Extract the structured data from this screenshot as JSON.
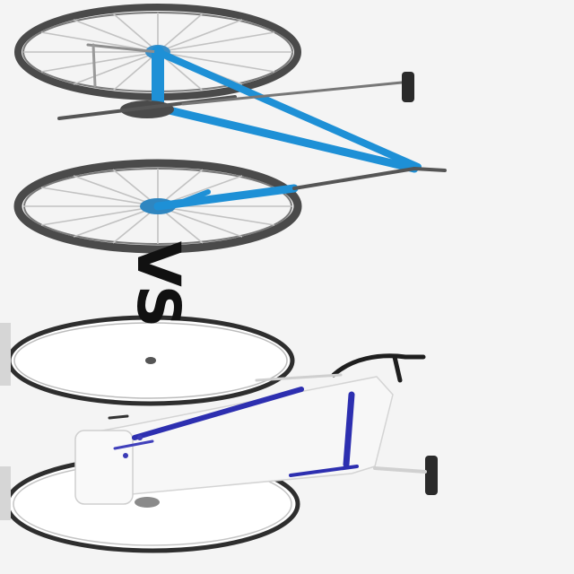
{
  "comparison": {
    "label": "VS",
    "left_bike": {
      "frame_color": "#1e90d6",
      "type": "mountain-bike"
    },
    "right_bike": {
      "frame_color": "#2d2fb0",
      "type": "road-bike"
    }
  },
  "colors": {
    "background": "#f4f4f4",
    "tire": "#4a4a4a",
    "spoke": "#b8b8b8",
    "component": "#555555",
    "road_frame_body": "#f7f7f7"
  }
}
